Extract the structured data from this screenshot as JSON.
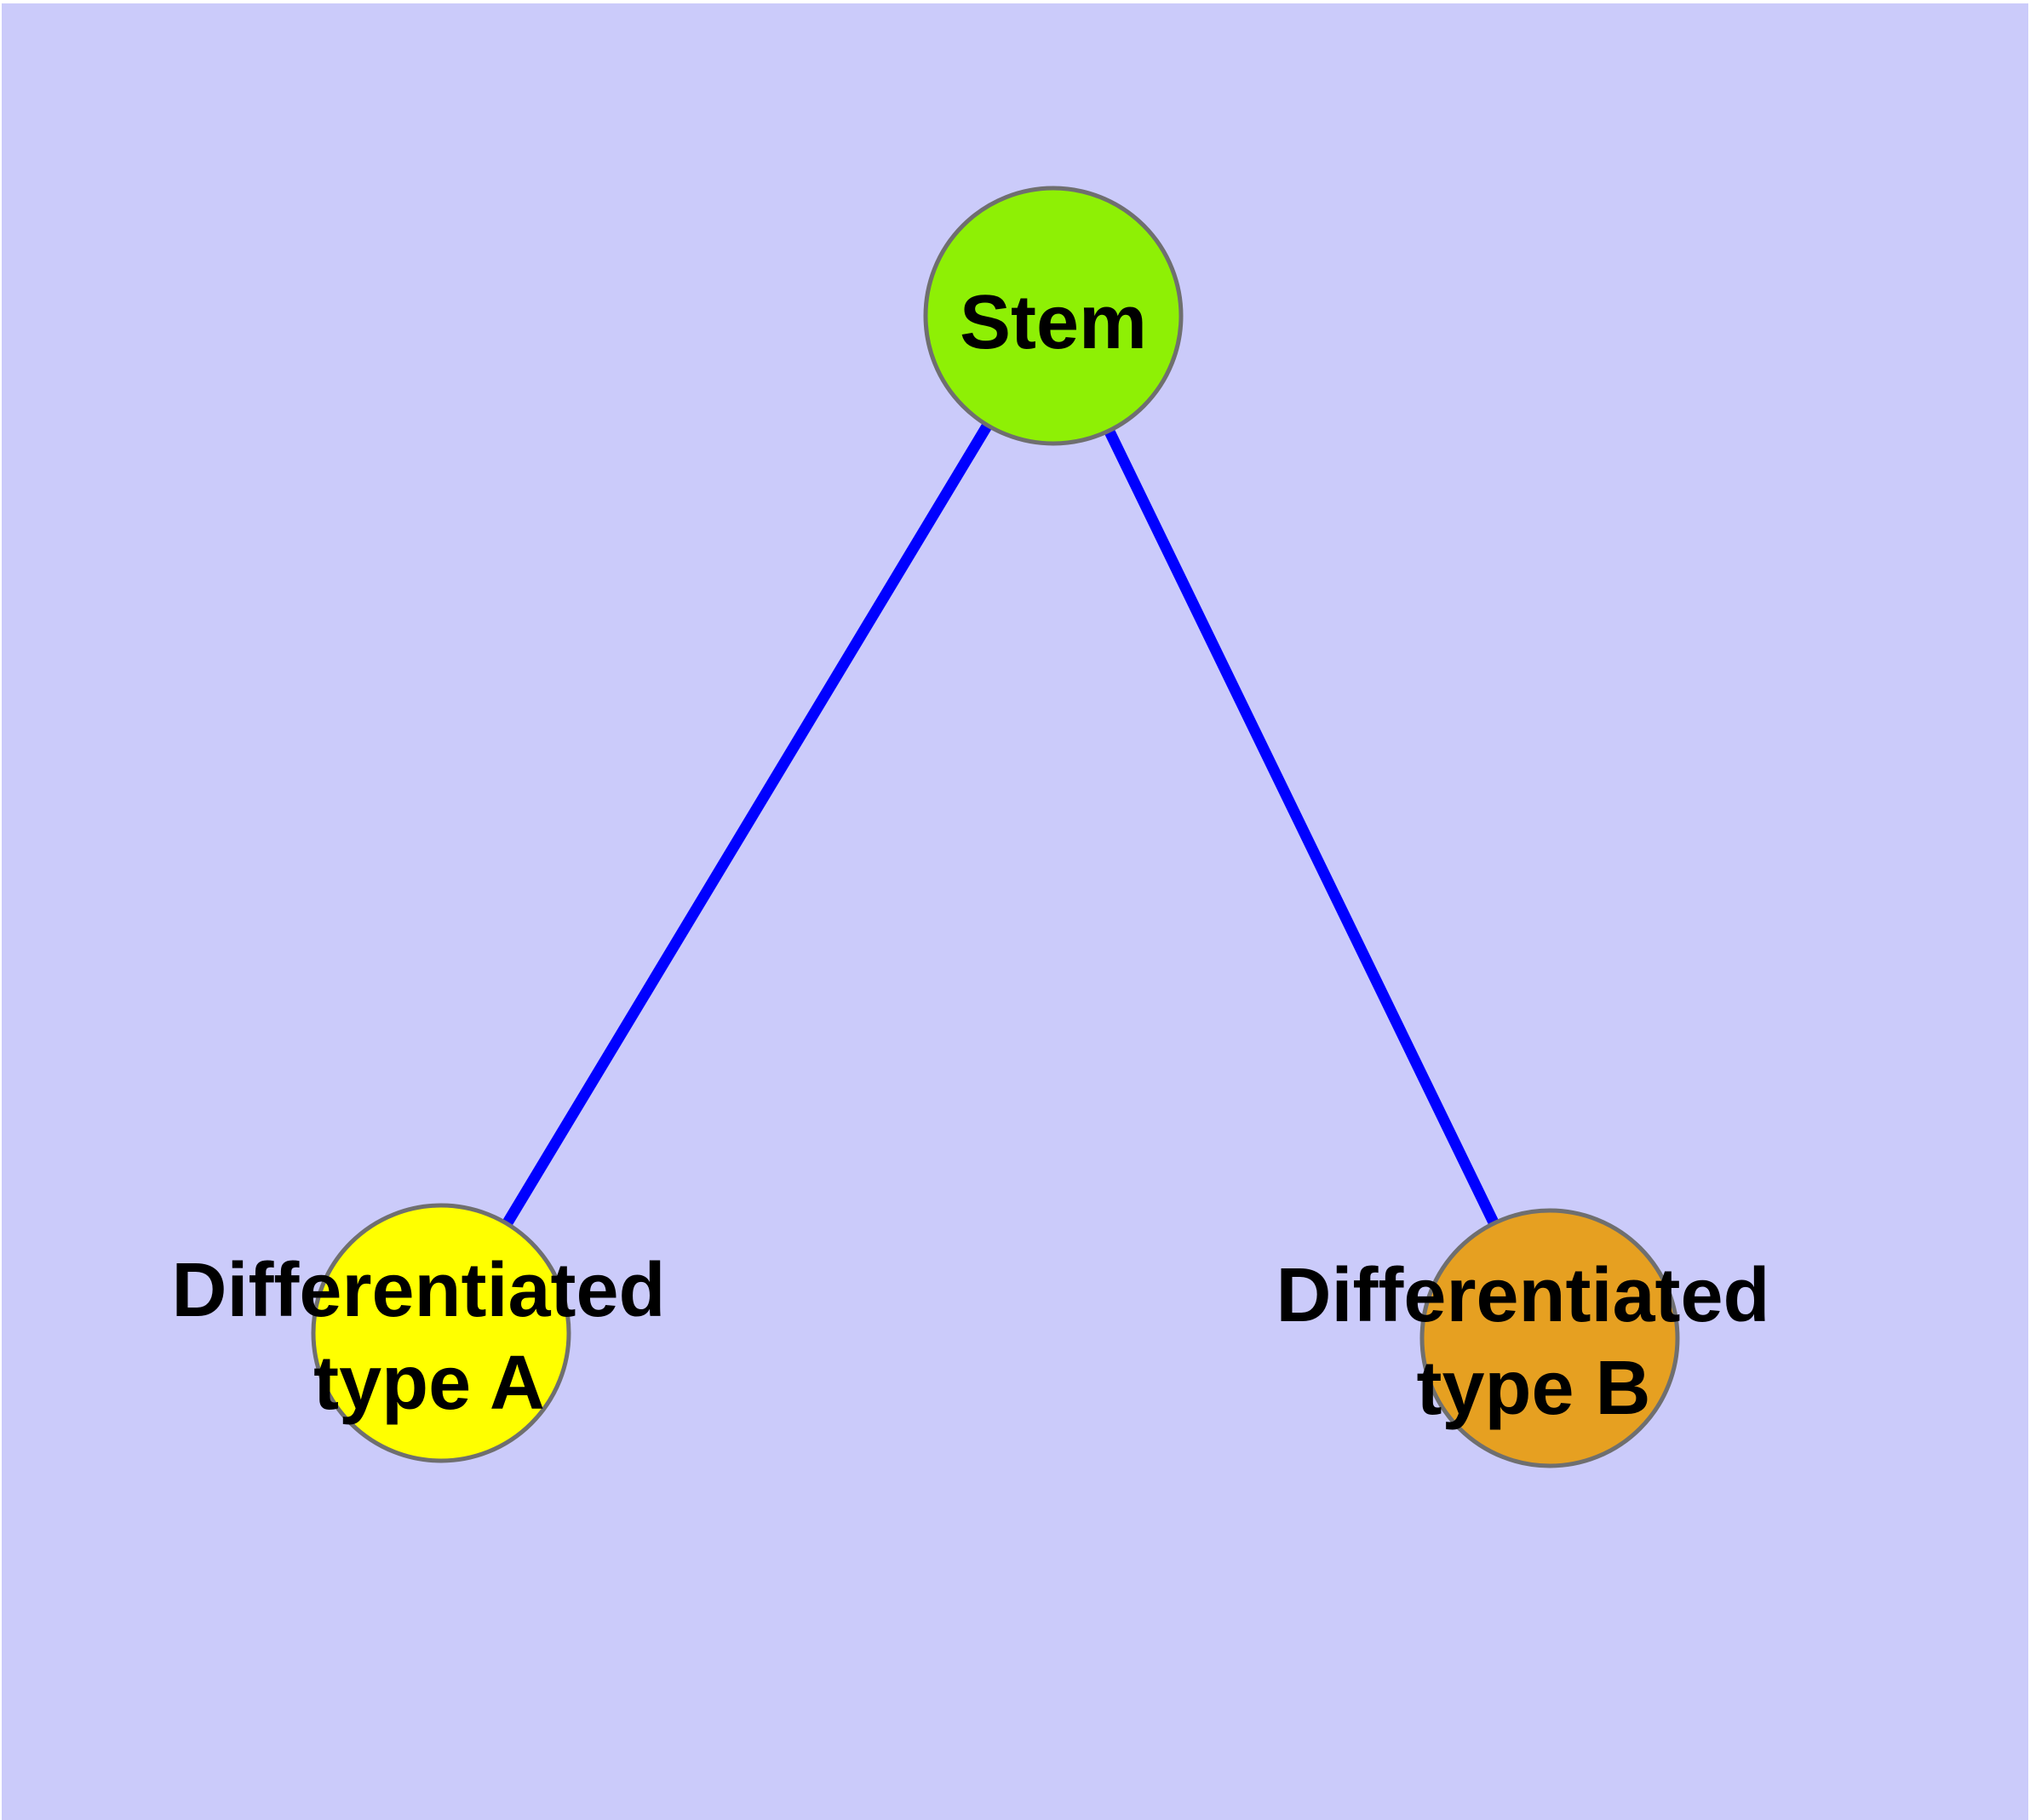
{
  "diagram": {
    "background_color": "#CBCBFA",
    "frame_color": "#FFFFFF",
    "edge_color": "#0000FF",
    "node_border_color": "#6F6F6F",
    "label_color": "#000000",
    "nodes": {
      "stem": {
        "label": "Stem",
        "fill": "#8EF005"
      },
      "type_a": {
        "label": "Differentiated type A",
        "label_line1": "Differentiated",
        "label_line2": "type A",
        "fill": "#FFFF00"
      },
      "type_b": {
        "label": "Differentiated type B",
        "label_line1": "Differentiated",
        "label_line2": "type B",
        "fill": "#E6A021"
      }
    },
    "edges": [
      {
        "from": "Stem",
        "to": "Differentiated type A"
      },
      {
        "from": "Stem",
        "to": "Differentiated type B"
      }
    ]
  }
}
